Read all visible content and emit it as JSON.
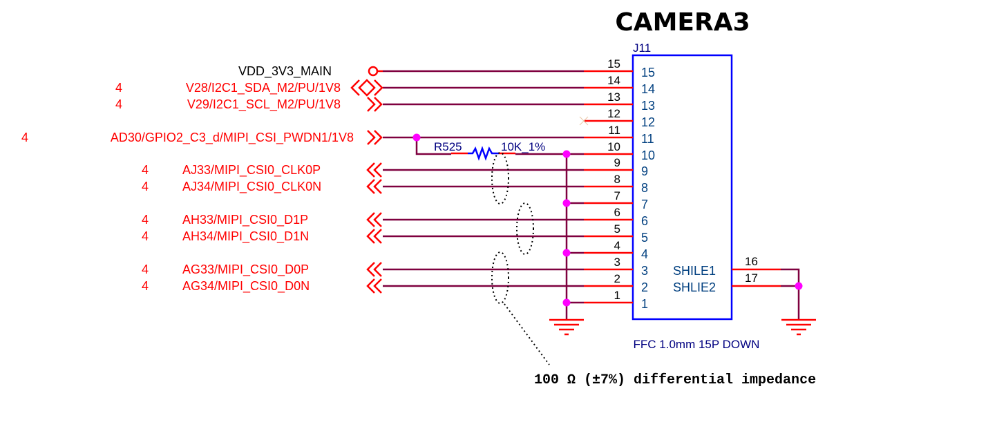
{
  "title": "CAMERA3",
  "colors": {
    "net_label": "#ff0000",
    "wire": "#7f003f",
    "pin": "#ff0000",
    "component": "#0000ff",
    "component_text": "#003f7f",
    "designator": "#000080",
    "junction": "#ff00ff",
    "pin_number": "#000000",
    "annotation": "#000000"
  },
  "connector": {
    "designator": "J11",
    "description": "FFC 1.0mm 15P DOWN",
    "pins": [
      {
        "number": "15",
        "net": "VDD_3V3_MAIN",
        "page": "",
        "port": "power-circle"
      },
      {
        "number": "14",
        "net": "V28/I2C1_SDA_M2/PU/1V8",
        "page": "4",
        "port": "bidirectional"
      },
      {
        "number": "13",
        "net": "V29/I2C1_SCL_M2/PU/1V8",
        "page": "4",
        "port": "output"
      },
      {
        "number": "12",
        "net": "",
        "page": "",
        "port": "no-connect"
      },
      {
        "number": "11",
        "net": "AD30/GPIO2_C3_d/MIPI_CSI_PWDN1/1V8",
        "page": "4",
        "port": "output"
      },
      {
        "number": "10",
        "net": "GND-via-R525",
        "page": "",
        "port": "resistor"
      },
      {
        "number": "9",
        "net": "AJ33/MIPI_CSI0_CLK0P",
        "page": "4",
        "port": "input"
      },
      {
        "number": "8",
        "net": "AJ34/MIPI_CSI0_CLK0N",
        "page": "4",
        "port": "input"
      },
      {
        "number": "7",
        "net": "GND",
        "page": "",
        "port": "ground"
      },
      {
        "number": "6",
        "net": "AH33/MIPI_CSI0_D1P",
        "page": "4",
        "port": "input"
      },
      {
        "number": "5",
        "net": "AH34/MIPI_CSI0_D1N",
        "page": "4",
        "port": "input"
      },
      {
        "number": "4",
        "net": "GND",
        "page": "",
        "port": "ground"
      },
      {
        "number": "3",
        "net": "AG33/MIPI_CSI0_D0P",
        "page": "4",
        "port": "input"
      },
      {
        "number": "2",
        "net": "AG34/MIPI_CSI0_D0N",
        "page": "4",
        "port": "input"
      },
      {
        "number": "1",
        "net": "GND",
        "page": "",
        "port": "ground"
      }
    ],
    "shield_pins": [
      {
        "number": "16",
        "name": "SHILE1"
      },
      {
        "number": "17",
        "name": "SHLIE2"
      }
    ]
  },
  "resistor": {
    "designator": "R525",
    "value": "10K_1%"
  },
  "annotation": "100 Ω (±7%) differential impedance"
}
